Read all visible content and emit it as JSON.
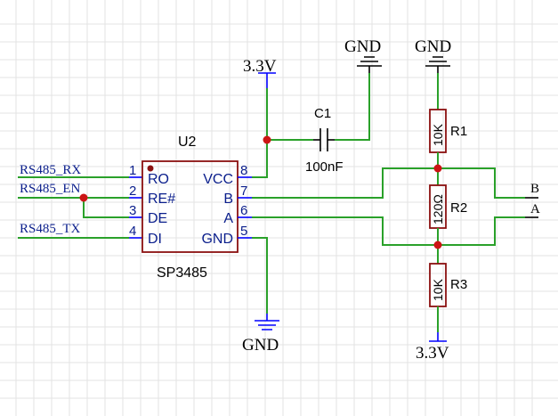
{
  "ic": {
    "ref": "U2",
    "part": "SP3485",
    "pins": [
      {
        "num": "1",
        "name": "RO"
      },
      {
        "num": "2",
        "name": "RE#"
      },
      {
        "num": "3",
        "name": "DE"
      },
      {
        "num": "4",
        "name": "DI"
      },
      {
        "num": "8",
        "name": "VCC"
      },
      {
        "num": "7",
        "name": "B"
      },
      {
        "num": "6",
        "name": "A"
      },
      {
        "num": "5",
        "name": "GND"
      }
    ]
  },
  "nets": {
    "rs485_rx": "RS485_RX",
    "rs485_en": "RS485_EN",
    "rs485_tx": "RS485_TX",
    "out_b": "B",
    "out_a": "A"
  },
  "power": {
    "vcc_top": "3.3V",
    "vcc_bottom": "3.3V",
    "gnd_ic": "GND",
    "gnd_cap": "GND",
    "gnd_r1": "GND"
  },
  "components": {
    "c1": {
      "ref": "C1",
      "value": "100nF"
    },
    "r1": {
      "ref": "R1",
      "value": "10K"
    },
    "r2": {
      "ref": "R2",
      "value": "120Ω"
    },
    "r3": {
      "ref": "R3",
      "value": "10K"
    }
  }
}
